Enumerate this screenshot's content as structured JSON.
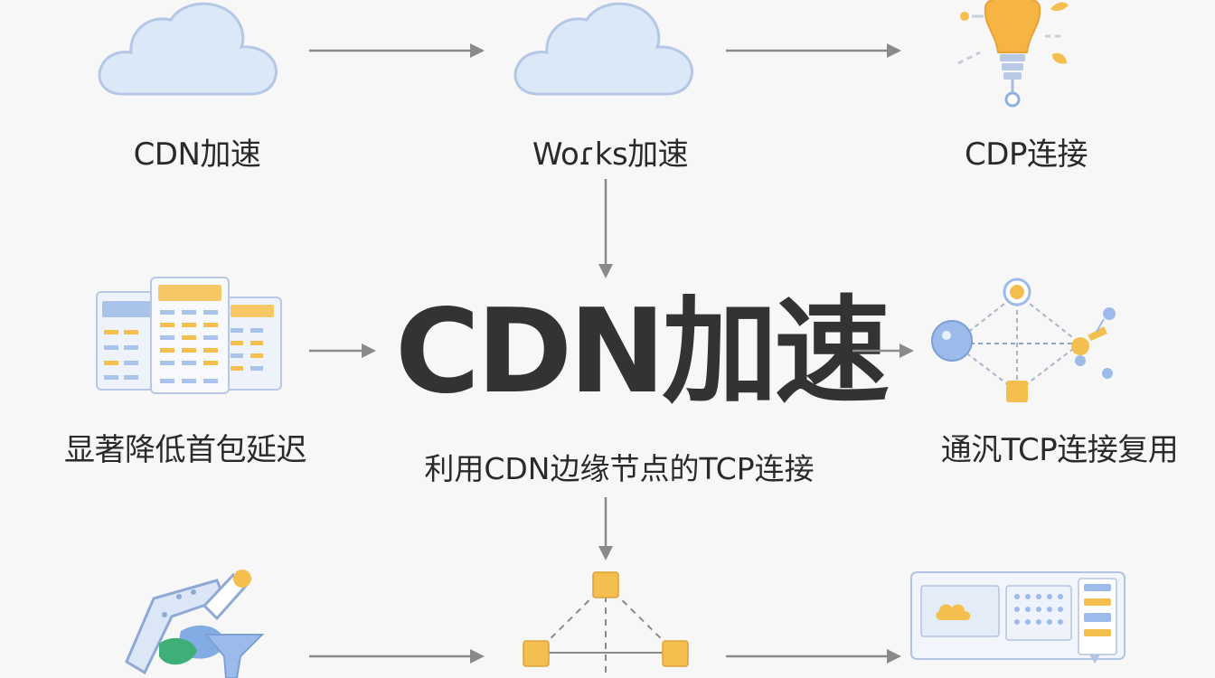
{
  "center": {
    "title": "CDN加速",
    "subtitle": "利用CDN边缘节点的TCP连接"
  },
  "nodes": {
    "top_left": "CDN加速",
    "top_middle": "Woɾks加速",
    "top_right": "CDP连接",
    "middle_left": "显著降低首包延迟",
    "middle_right": "通汎TCP连接复用"
  },
  "colors": {
    "cloud_fill": "#dbe8f8",
    "cloud_stroke": "#b9cbe6",
    "accent_orange": "#f5bf4f",
    "accent_blue": "#9dbbea",
    "arrow": "#8a8a8a"
  },
  "icons": {
    "top_left": "cloud-icon",
    "top_middle": "cloud-icon",
    "top_right": "lightbulb-icon",
    "middle_left": "spreadsheet-icon",
    "middle_right": "network-icon",
    "bottom_left": "lab-tools-icon",
    "bottom_middle": "node-graph-icon",
    "bottom_right": "dashboard-icon"
  }
}
